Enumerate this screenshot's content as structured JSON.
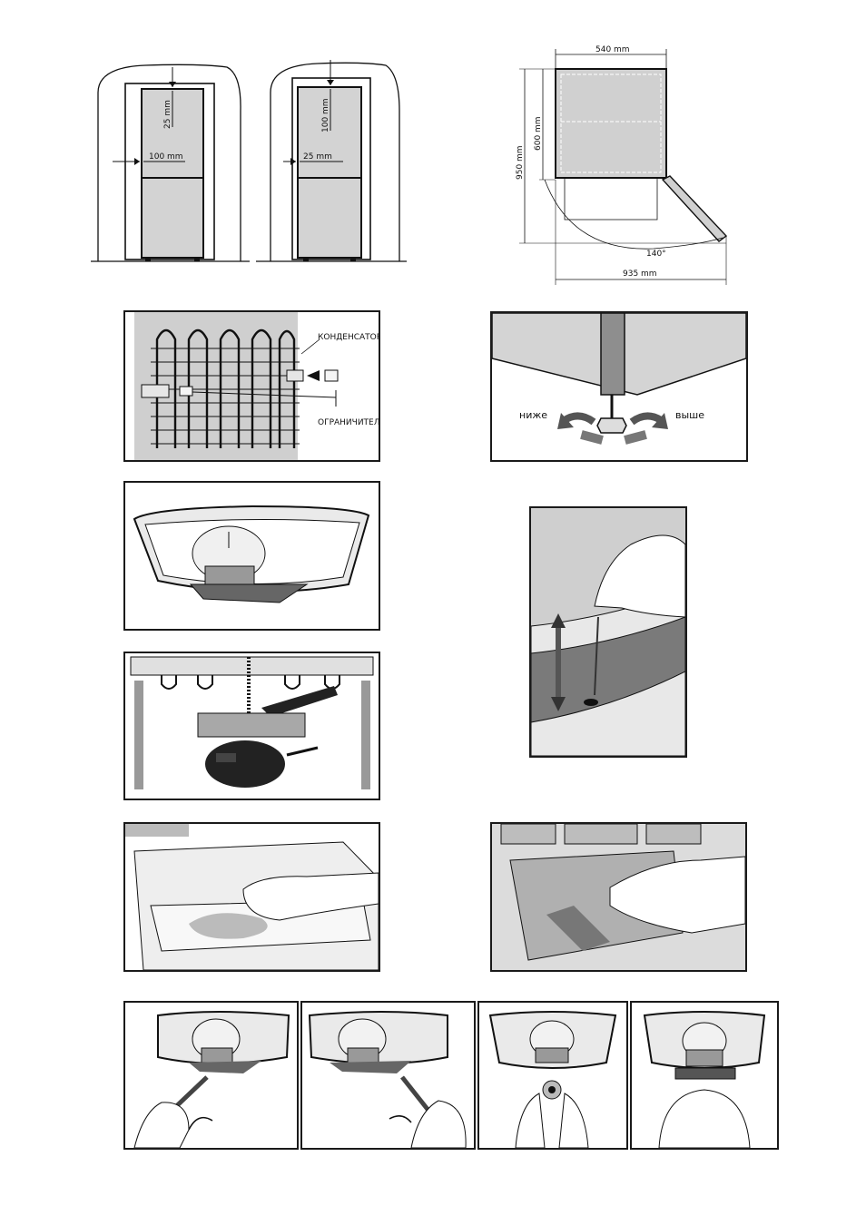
{
  "fig_clearance": {
    "left_door": {
      "top_gap": "25 mm",
      "side_gap": "100 mm"
    },
    "right_door": {
      "top_gap": "100 mm",
      "side_gap": "25 mm"
    }
  },
  "fig_dimensions": {
    "width": "540 mm",
    "height_total": "950 mm",
    "height_upper": "600 mm",
    "door_angle": "140°",
    "depth_open": "935 mm"
  },
  "fig_condenser": {
    "condenser_label": "КОНДЕНСАТОР",
    "limiter_label": "ОГРАНИЧИТЕЛЬ"
  },
  "fig_feet": {
    "lower_label": "ниже",
    "higher_label": "выше"
  }
}
